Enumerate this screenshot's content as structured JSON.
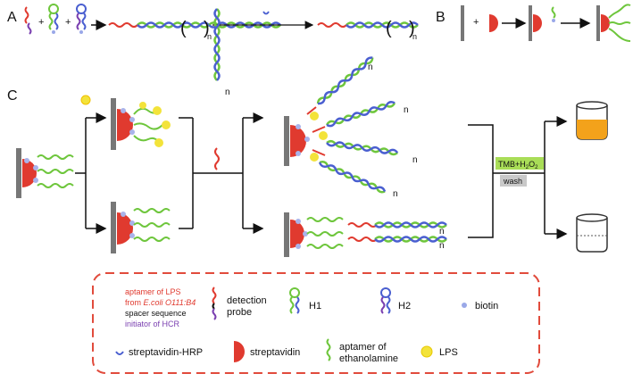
{
  "panels": {
    "a": "A",
    "b": "B",
    "c": "C"
  },
  "reagent_box": {
    "line1": "TMB+H",
    "sub1": "2",
    "line1b": "O",
    "sub2": "2",
    "wash": "wash"
  },
  "loop_label": "n",
  "legend": {
    "aptamer_lps": "aptamer of LPS",
    "from_ecoli": "from ",
    "ecoli_name": "E.coli O111:B4",
    "spacer": "spacer sequence",
    "initiator": "initiator of HCR",
    "detection_probe_line1": "detection",
    "detection_probe_line2": "probe",
    "h1": "H1",
    "h2": "H2",
    "biotin": "biotin",
    "streptavidin_hrp": "streptavidin-HRP",
    "streptavidin": "streptavidin",
    "aptamer_eth_line1": "aptamer of",
    "aptamer_eth_line2": "ethanolamine",
    "lps": "LPS"
  },
  "colors": {
    "red": "#e03a2f",
    "green": "#6ec63c",
    "blue": "#4a5fd0",
    "purple": "#7a3fb0",
    "grey": "#777777",
    "yellow": "#f3e33a",
    "orange": "#f3a21b",
    "legend_border": "#e14b3c",
    "box_green": "#a9dd57"
  }
}
